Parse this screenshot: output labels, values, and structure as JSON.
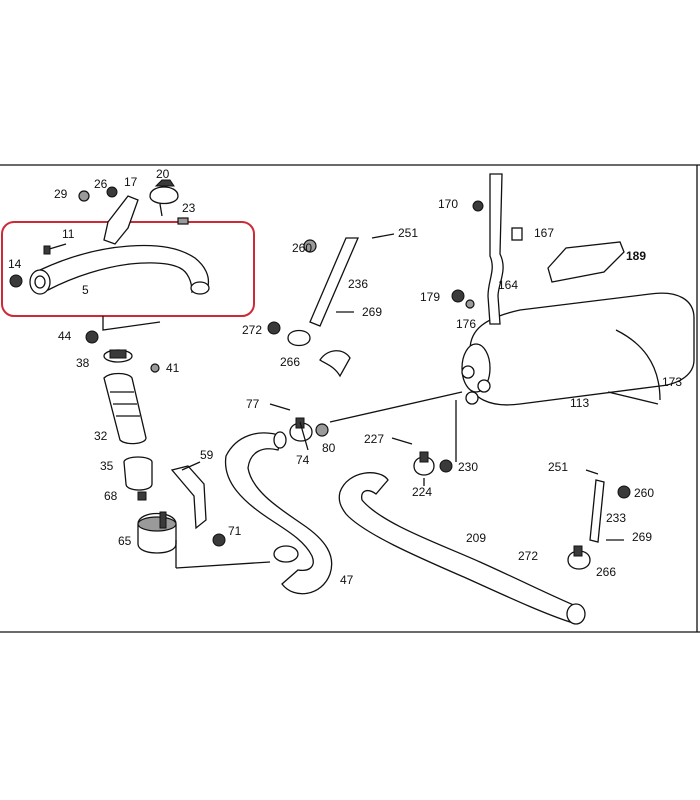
{
  "highlight_color": "#cc2a36",
  "labels": {
    "p29": "29",
    "p26": "26",
    "p17": "17",
    "p20": "20",
    "p23": "23",
    "p11": "11",
    "p14": "14",
    "p5": "5",
    "p44": "44",
    "p38": "38",
    "p41": "41",
    "p32": "32",
    "p35": "35",
    "p68": "68",
    "p65": "65",
    "p59": "59",
    "p71": "71",
    "p47": "47",
    "p260a": "260",
    "p251a": "251",
    "p236": "236",
    "p269a": "269",
    "p272a": "272",
    "p266a": "266",
    "p77": "77",
    "p74": "74",
    "p80": "80",
    "p227": "227",
    "p224": "224",
    "p230": "230",
    "p170": "170",
    "p167": "167",
    "p164": "164",
    "p179": "179",
    "p176": "176",
    "p189": "189",
    "p173": "173",
    "p113": "113",
    "p209": "209",
    "p251b": "251",
    "p260b": "260",
    "p233": "233",
    "p269b": "269",
    "p272b": "272",
    "p266b": "266"
  }
}
